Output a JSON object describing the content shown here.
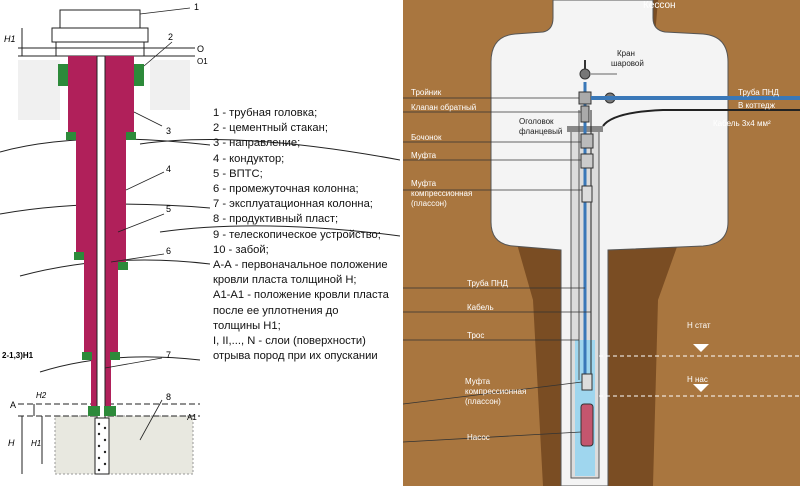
{
  "left_diagram": {
    "labels": {
      "n1": "1",
      "n2": "2",
      "n3": "3",
      "n4": "4",
      "n5": "5",
      "n6": "6",
      "n7": "7",
      "n8": "8",
      "h1": "H1",
      "o": "O",
      "o1": "O1",
      "a": "A",
      "a1": "A1",
      "h_top": "H2",
      "h": "H",
      "h_low": "H1",
      "side": "2-1,3)H1"
    },
    "legend": [
      "1 - трубная головка;",
      "2 - цементный стакан;",
      "3 - направление;",
      "4 - кондуктор;",
      "5 - ВПТС;",
      "6 - промежуточная колонна;",
      "7 - эксплуатационная колонна;",
      "8 - продуктивный пласт;",
      "9 - телескопическое устройство;",
      "10 - забой;",
      "А-А - первоначальное положение",
      "кровли пласта толщиной Н;",
      "А1-А1 - положение кровли пласта",
      "после ее уплотнения до",
      "толщины Н1;",
      "I, II,..., N - слои (поверхности)",
      "отрыва пород при их опускании"
    ]
  },
  "right_diagram": {
    "header": "Кессон",
    "labels": {
      "kran": "Кран",
      "kran2": "шаровой",
      "troinik": "Тройник",
      "klapan": "Клапан обратный",
      "truba_pnd": "Труба ПНД",
      "v_kottedzh": "В коттедж",
      "ogolovok": "Оголовок",
      "ogolovok2": "фланцевый",
      "kabel_top": "Кабель 3х4 мм²",
      "bochonok": "Бочонок",
      "mufta": "Муфта",
      "mufta_k1": "Муфта",
      "mufta_k1b": "компрессионная",
      "mufta_k1c": "(плассон)",
      "truba_pnd2": "Труба ПНД",
      "kabel": "Кабель",
      "tros": "Трос",
      "h_stat": "Н стат",
      "h_nas": "Н нас",
      "mufta_k2": "Муфта",
      "mufta_k2b": "компрессионная",
      "mufta_k2c": "(плассон)",
      "nasos": "Насос"
    }
  },
  "colors": {
    "soil": "#7a4d23",
    "soil_light": "#a9763f",
    "caisson": "#f4f4f4",
    "water": "#9fd6ee",
    "pipe_blue": "#3a78b8",
    "casing_red": "#b0205a",
    "cement_green": "#2d8a3a"
  }
}
